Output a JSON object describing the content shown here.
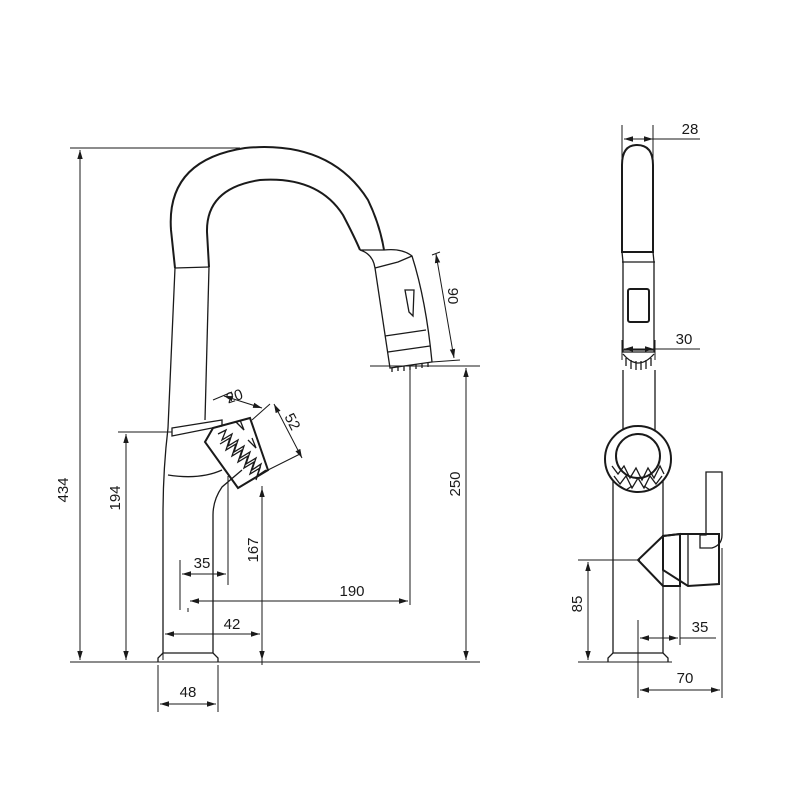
{
  "dimensions": {
    "overall_height": "434",
    "handle_height": "194",
    "spout_outlet_height": "250",
    "aerator_height": "167",
    "handle_offset": "35",
    "spout_reach": "190",
    "base_to_axis": "42",
    "base_width": "48",
    "spray_head_length": "90",
    "handle_knob_depth": "20",
    "handle_knob_diameter": "52",
    "spout_width_side": "28",
    "spray_head_width_side": "30",
    "side_lever_height": "85",
    "side_offset": "35",
    "side_projection": "70"
  }
}
